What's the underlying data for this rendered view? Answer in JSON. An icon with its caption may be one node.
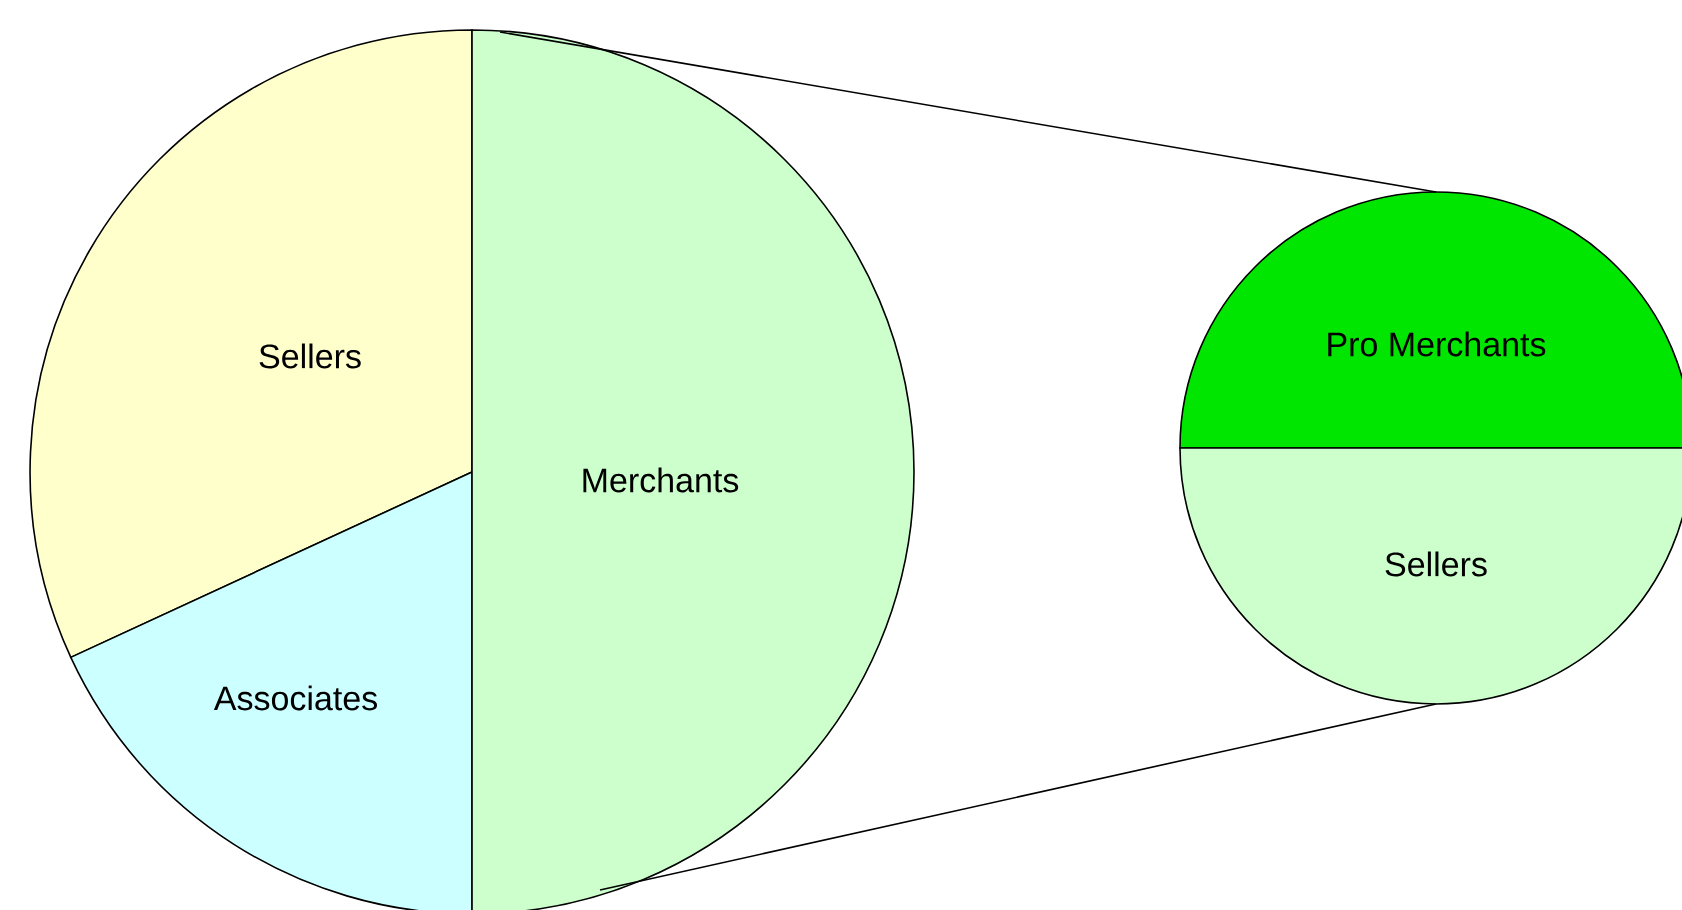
{
  "diagram": {
    "nodes": [
      {
        "text": [
          "Sellers"
        ]
      },
      {
        "text": [
          "Associates"
        ]
      },
      {
        "text": [
          "Merchants"
        ]
      },
      {
        "text": [
          "Pro Merchants"
        ]
      },
      {
        "text": [
          "Sellers"
        ]
      }
    ],
    "edges": [
      {
        "from": 2,
        "to": 3,
        "arrow": "none"
      },
      {
        "from": 2,
        "to": 4,
        "arrow": "none"
      }
    ]
  }
}
